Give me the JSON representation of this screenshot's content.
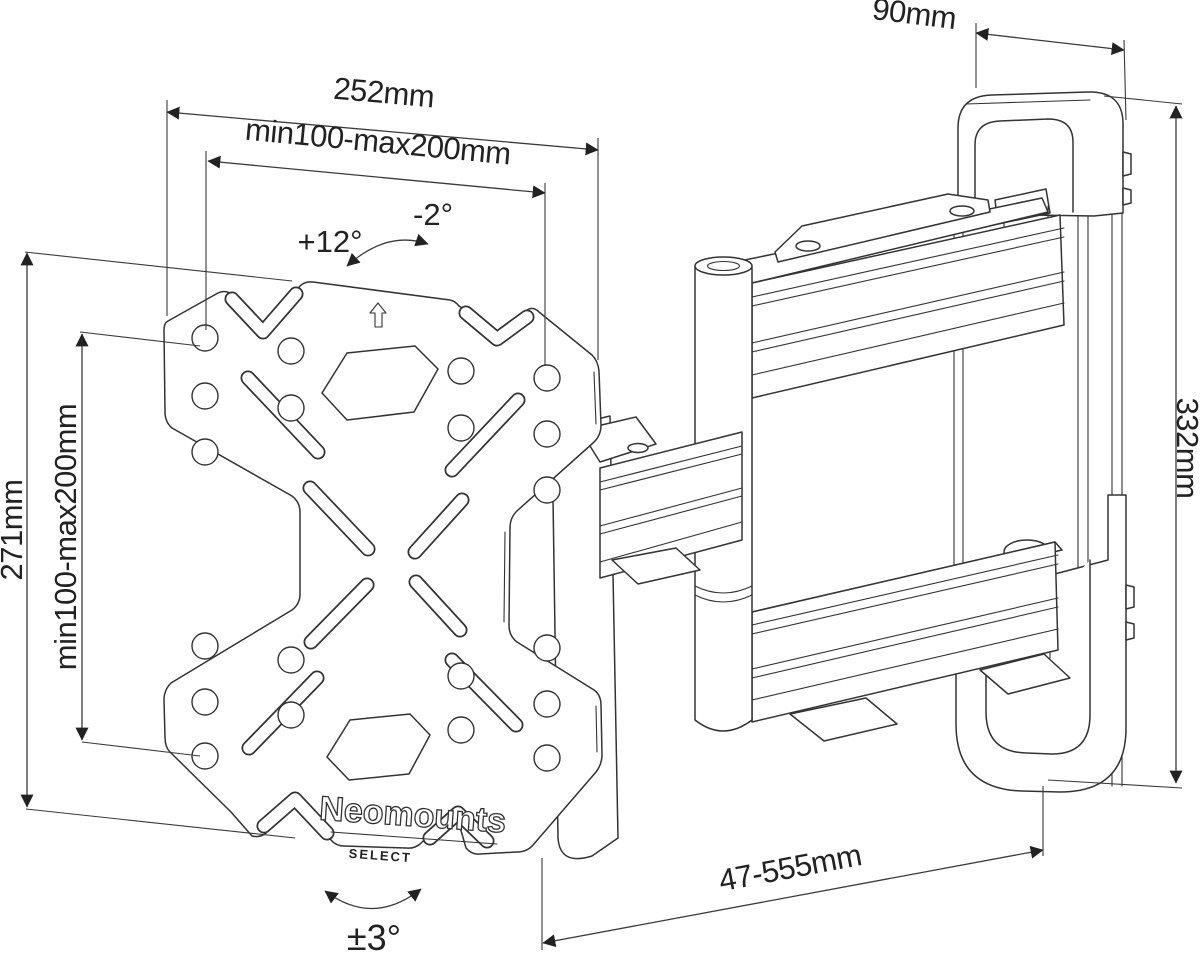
{
  "diagram": {
    "type": "technical-drawing",
    "subject": "full-motion TV wall mount bracket with swivel arm",
    "background_color": "#ffffff",
    "line_color": "#333333",
    "brand": {
      "name": "Neomounts",
      "series": "SELECT"
    },
    "plate_marking": "up-arrow",
    "dimensions": {
      "plate_width": "252mm",
      "vesa_horizontal": "min100-max200mm",
      "vesa_vertical": "min100-max200mm",
      "plate_height": "271mm",
      "wall_bracket_depth": "90mm",
      "wall_bracket_height": "332mm",
      "extension_range": "47-555mm",
      "tilt_up": "+12°",
      "tilt_down": "-2°",
      "level_adjustment": "±3°"
    }
  }
}
